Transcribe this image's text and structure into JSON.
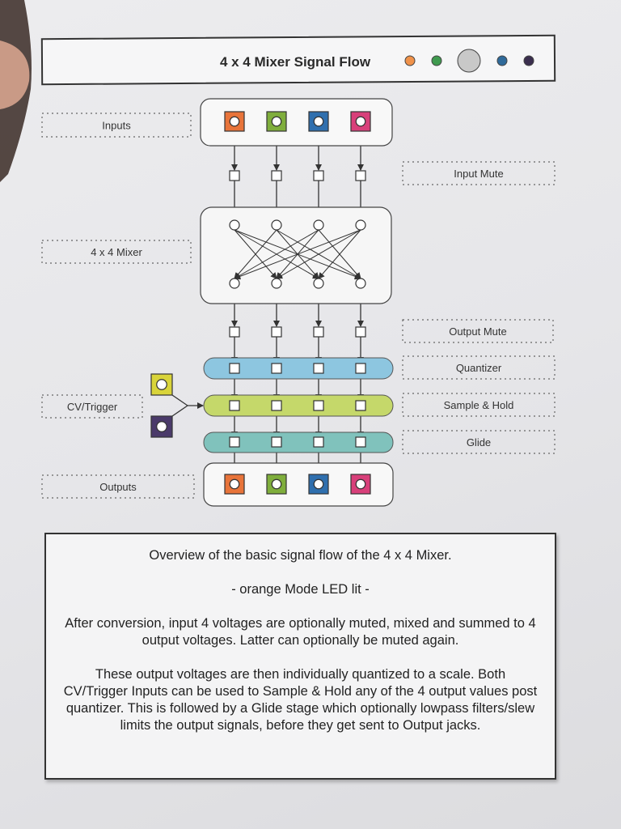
{
  "title": "4 x 4 Mixer Signal Flow",
  "mode_leds": [
    {
      "name": "orange",
      "color": "#f0924a"
    },
    {
      "name": "green",
      "color": "#3f9a4f"
    },
    {
      "name": "gray",
      "color": "#c8c8c8"
    },
    {
      "name": "blue",
      "color": "#2f6a9a"
    },
    {
      "name": "purple",
      "color": "#3a2e4e"
    }
  ],
  "labels": {
    "inputs": "Inputs",
    "input_mute": "Input Mute",
    "mixer": "4 x 4 Mixer",
    "output_mute": "Output Mute",
    "quantizer": "Quantizer",
    "sample_hold": "Sample & Hold",
    "cv_trigger": "CV/Trigger",
    "glide": "Glide",
    "outputs": "Outputs"
  },
  "colors": {
    "jacks": [
      "#e8743a",
      "#7fae3c",
      "#2f6fae",
      "#d8407a"
    ],
    "cv_jacks": [
      "#d9d43a",
      "#4a3a6a"
    ],
    "quantizer": "#8dc6e0",
    "sample_hold": "#c5d86a",
    "glide": "#80c2bc"
  },
  "description": {
    "heading": "Overview of the basic signal flow of the 4 x 4 Mixer.",
    "mode": "- orange Mode LED lit -",
    "para1": "After conversion, input 4 voltages are optionally muted, mixed and summed to 4 output voltages. Latter can optionally be muted again.",
    "para2": "These output voltages are then individually quantized to a scale. Both CV/Trigger Inputs can be used to Sample & Hold any of the 4 output values post quantizer. This is followed by a Glide stage which optionally lowpass filters/slew limits the output signals, before they get sent to Output jacks."
  }
}
